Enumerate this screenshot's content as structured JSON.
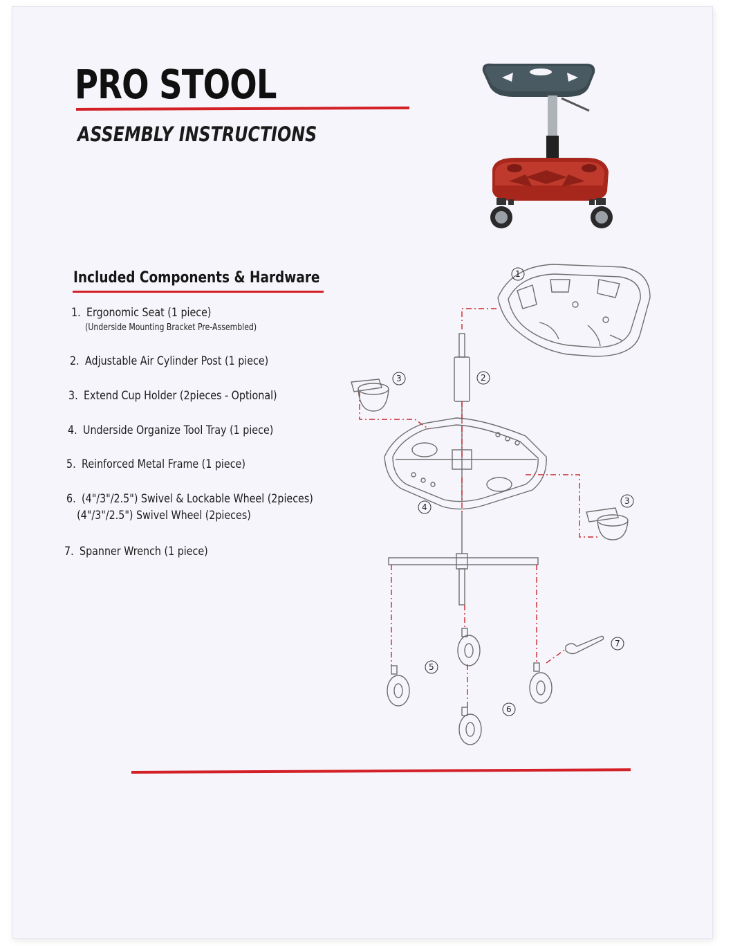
{
  "header": {
    "title": "PRO STOOL",
    "subtitle": "ASSEMBLY INSTRUCTIONS"
  },
  "components": {
    "heading": "Included Components & Hardware",
    "items": [
      {
        "num": "1.",
        "label": "Ergonomic Seat (1 piece)",
        "note": "(Underside Mounting Bracket Pre-Assembled)"
      },
      {
        "num": "2.",
        "label": "Adjustable Air Cylinder Post (1 piece)"
      },
      {
        "num": "3.",
        "label": "Extend Cup Holder (2pieces - Optional)"
      },
      {
        "num": "4.",
        "label": "Underside Organize Tool Tray (1 piece)"
      },
      {
        "num": "5.",
        "label": "Reinforced Metal Frame (1 piece)"
      },
      {
        "num": "6.",
        "label": "(4\"/3\"/2.5\") Swivel & Lockable Wheel (2pieces)",
        "label2": "(4\"/3\"/2.5\") Swivel Wheel (2pieces)"
      },
      {
        "num": "7.",
        "label": "Spanner Wrench (1 piece)"
      }
    ]
  },
  "diagram": {
    "callouts": [
      "1",
      "2",
      "3",
      "3",
      "4",
      "5",
      "6",
      "7"
    ]
  },
  "colors": {
    "accent": "#d32026",
    "tray": "#a8271c",
    "seat": "#3c4a52",
    "ink": "#161616"
  }
}
